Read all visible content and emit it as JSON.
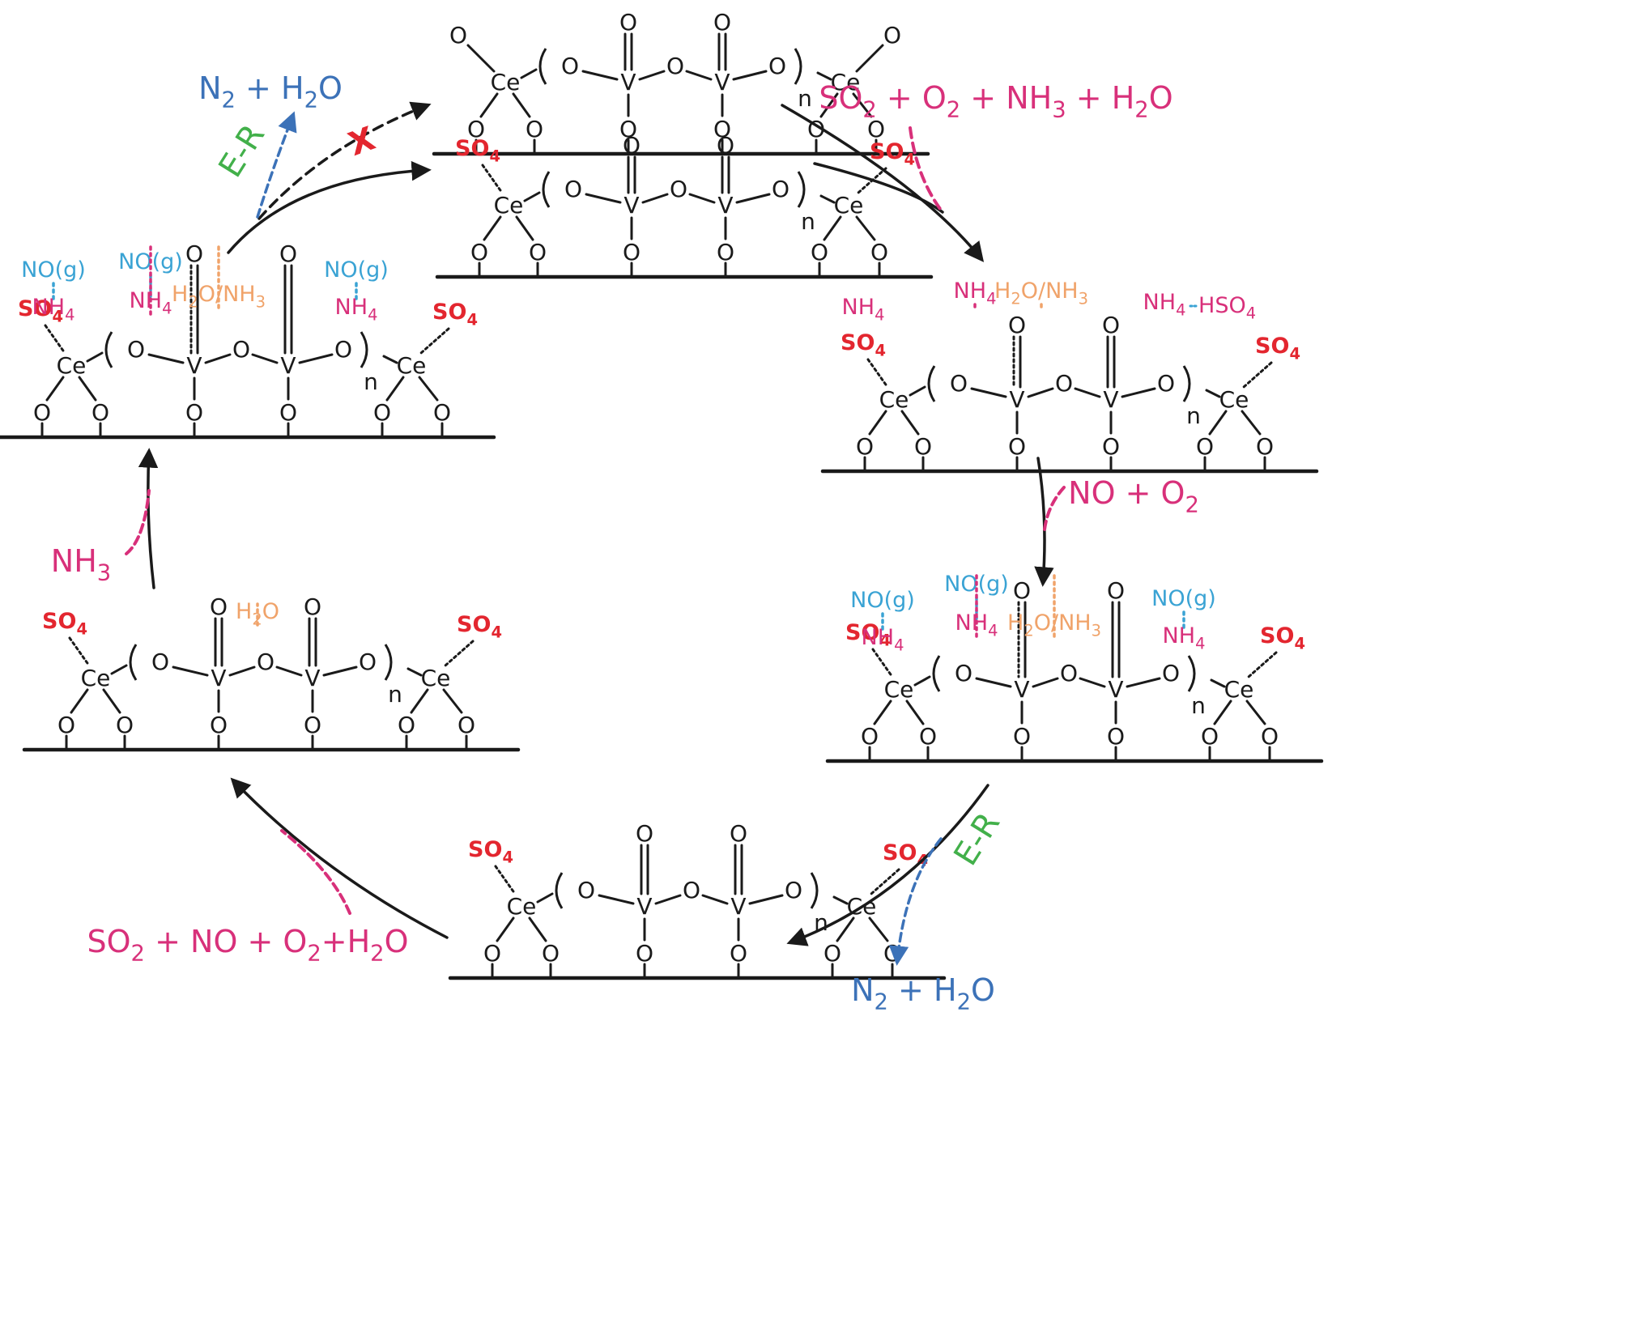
{
  "colors": {
    "black": "#1a1a1a",
    "red": "#e3262f",
    "pink": "#d8307a",
    "cyan": "#3aa3d4",
    "orange": "#f0a36a",
    "green": "#42b04a",
    "blue": "#3c72b8"
  },
  "atoms": {
    "ce": "Ce",
    "v": "V",
    "o": "O",
    "n": "n",
    "so4": "SO4",
    "nh4": "NH4",
    "nog": "NO(g)",
    "h2o_nh3": "H2O/NH3",
    "h2o": "H2O",
    "hso4": "HSO4",
    "cross": "X"
  },
  "labels": {
    "er": "E-R",
    "n2_h2o": "N2 + H2O",
    "so2_o2_nh3_h2o": "SO2 + O2 + NH3 + H2O",
    "no_o2": "NO + O2",
    "nh3": "NH3",
    "so2_no_o2_h2o": "SO2 + NO + O2+H2O"
  }
}
